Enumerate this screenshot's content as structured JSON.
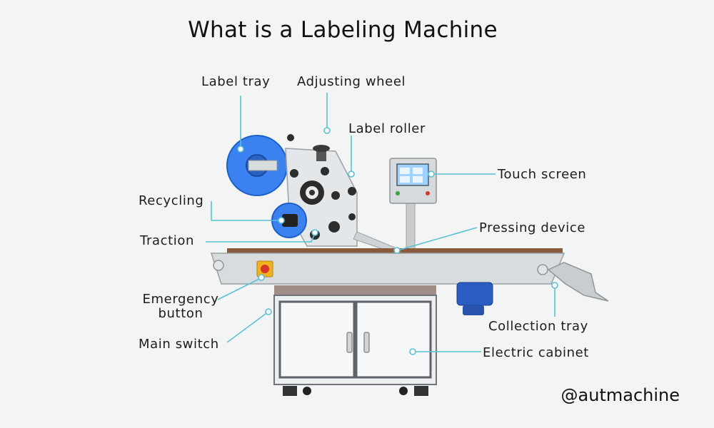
{
  "title": "What is a Labeling Machine",
  "watermark": "@autmachine",
  "colors": {
    "background": "#f3f5f5",
    "leader_line": "#5bc0d2",
    "label_tray": "#3b82f0",
    "frame": "#d8dbdd",
    "cabinet": "#eceeef",
    "belt": "#8a5a3c",
    "motor": "#2b5cc2",
    "emergency": "#f2b21e"
  },
  "labels": {
    "label_tray": "Label tray",
    "adjusting_wheel": "Adjusting wheel",
    "label_roller": "Label roller",
    "touch_screen": "Touch screen",
    "recycling": "Recycling",
    "traction": "Traction",
    "pressing_device": "Pressing device",
    "emergency_button_line1": "Emergency",
    "emergency_button_line2": "button",
    "main_switch": "Main switch",
    "collection_tray": "Collection tray",
    "electric_cabinet": "Electric cabinet"
  }
}
